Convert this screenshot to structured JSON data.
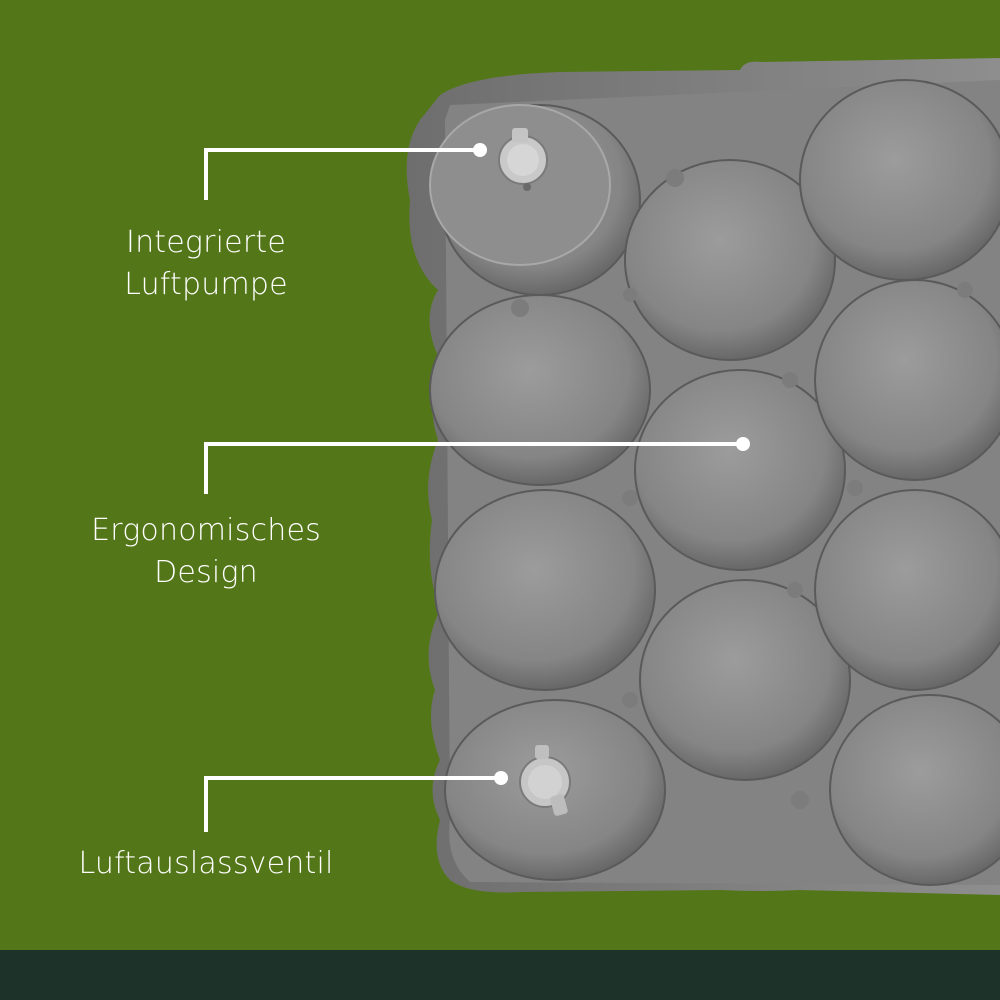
{
  "colors": {
    "background_green": "#537718",
    "footer_dark": "#1d3229",
    "mat_gray": "#8a8a8a",
    "callout_white": "#ffffff"
  },
  "callouts": [
    {
      "id": "pump",
      "label_line1": "Integrierte",
      "label_line2": "Luftpumpe"
    },
    {
      "id": "design",
      "label_line1": "Ergonomisches",
      "label_line2": "Design"
    },
    {
      "id": "valve",
      "label_line1": "Luftauslassventil"
    }
  ],
  "product": {
    "image_subject": "inflatable-sleeping-mat",
    "features": [
      "pump-valve",
      "ergonomic-cells",
      "deflate-valve"
    ]
  }
}
